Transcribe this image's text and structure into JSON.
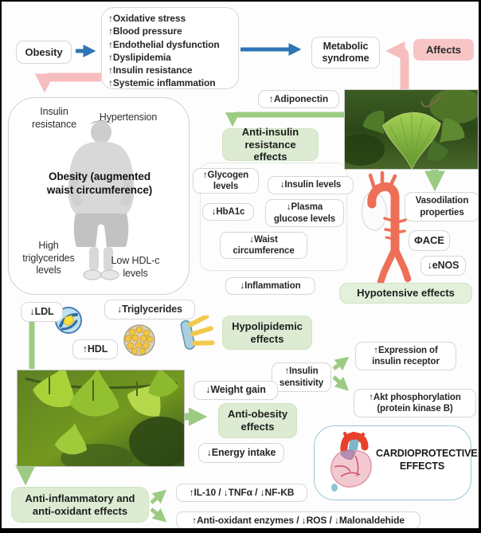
{
  "top": {
    "obesity": "Obesity",
    "risks": [
      "↑Oxidative stress",
      "↑Blood pressure",
      "↑Endothelial dysfunction",
      "↑Dyslipidemia",
      "↑Insulin resistance",
      "↑Systemic inflammation"
    ],
    "metabolic_syndrome": "Metabolic syndrome",
    "affects": "Affects"
  },
  "obesity_panel": {
    "insulin_resistance": "Insulin resistance",
    "hypertension": "Hypertension",
    "caption": "Obesity (augmented waist circumference)",
    "high_triglycerides": "High triglycerides levels",
    "low_hdl": "Low HDL-c levels"
  },
  "anti_insulin": {
    "adiponectin": "↑Adiponectin",
    "title": "Anti-insulin resistance effects",
    "glycogen": "↑Glycogen levels",
    "insulin_levels": "↓Insulin levels",
    "hba1c": "↓HbA1c",
    "plasma_glucose": "↓Plasma glucose levels",
    "waist": "↓Waist circumference",
    "inflammation": "↓Inflammation"
  },
  "hypotensive": {
    "vasodilation": "Vasodilation properties",
    "ace": "ΦACE",
    "enos": "↓eNOS",
    "title": "Hypotensive effects"
  },
  "hypolipidemic": {
    "ldl": "↓LDL",
    "triglycerides": "↓Triglycerides",
    "hdl": "↑HDL",
    "title": "Hypolipidemic effects"
  },
  "insulin_sensitivity": {
    "label": "↑Insulin sensitivity",
    "expression": "↑Expression of insulin receptor",
    "akt": "↑Akt phosphorylation (protein kinase B)"
  },
  "anti_obesity": {
    "weight_gain": "↓Weight gain",
    "title": "Anti-obesity effects",
    "energy_intake": "↓Energy intake"
  },
  "cardioprotective": {
    "title": "CARDIOPROTECTIVE EFFECTS"
  },
  "anti_inflammatory": {
    "title": "Anti-inflammatory and anti-oxidant effects",
    "cytokines": "↑IL-10 / ↓TNFα / ↓NF-KB",
    "enzymes": "↑Anti-oxidant enzymes / ↓ROS / ↓Malonaldehide"
  },
  "colors": {
    "green_box": "#dcebd2",
    "green_arrow": "#9ccb83",
    "pink_box": "#f8c5c6",
    "pink_arrow": "#f6bdbf",
    "blue_arrow": "#2e75b6",
    "aorta_red": "#ee6f57",
    "cardio_border": "#9ec6d8"
  }
}
